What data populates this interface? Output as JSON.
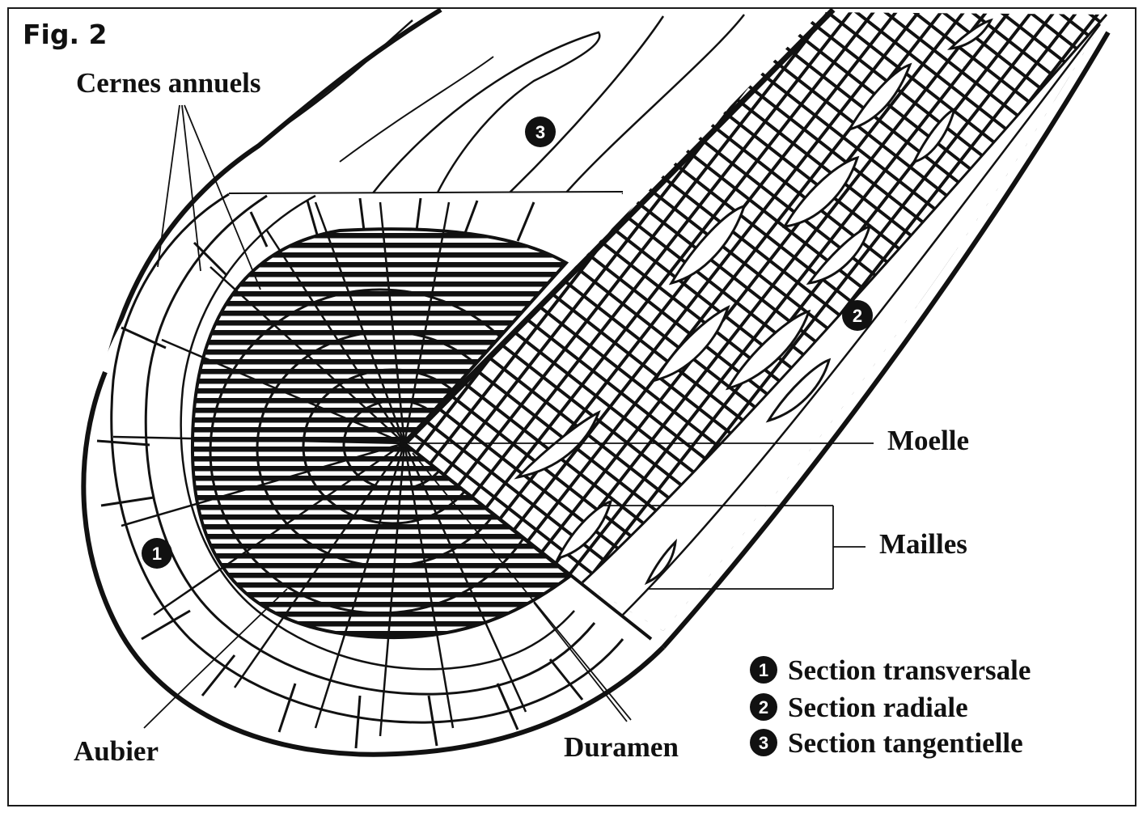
{
  "figure": {
    "title": "Fig. 2"
  },
  "labels": {
    "annual_rings": "Cernes annuels",
    "pith": "Moelle",
    "rays": "Mailles",
    "sapwood": "Aubier",
    "heartwood": "Duramen"
  },
  "sections": {
    "transverse": {
      "number": "1",
      "label": "Section transversale"
    },
    "radial": {
      "number": "2",
      "label": "Section radiale"
    },
    "tangential": {
      "number": "3",
      "label": "Section tangentielle"
    }
  },
  "colors": {
    "ink": "#111111",
    "background": "#ffffff"
  }
}
